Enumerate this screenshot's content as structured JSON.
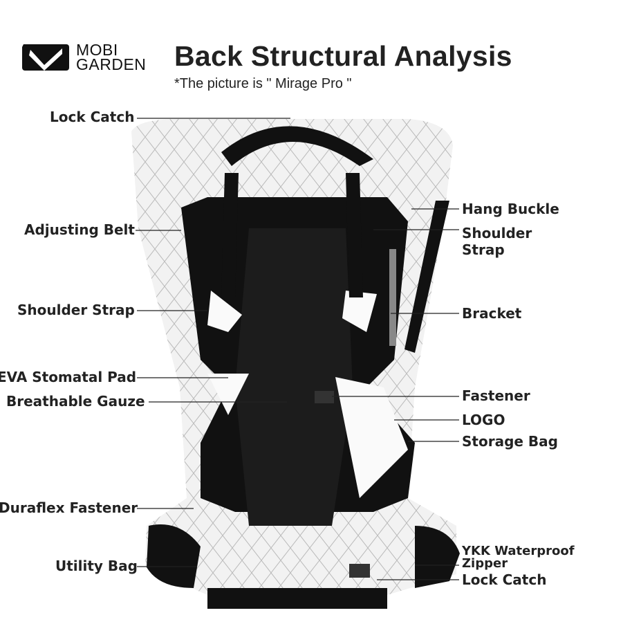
{
  "brand": {
    "line1": "MOBI",
    "line2": "GARDEN"
  },
  "title": "Back Structural Analysis",
  "subtitle": "*The picture is \" Mirage Pro \"",
  "labels_left": [
    "Lock Catch",
    "Adjusting Belt",
    "Shoulder Strap",
    "EVA Stomatal Pad",
    "Breathable Gauze",
    "Duraflex Fastener",
    "Utility Bag"
  ],
  "labels_right": [
    "Hang Buckle",
    "Shoulder Strap",
    "Bracket",
    "Fastener",
    "LOGO",
    "Storage Bag",
    "YKK Waterproof Zipper",
    "Lock Catch"
  ],
  "colors": {
    "text": "#222222",
    "bag_white": "#f2f2f2",
    "panel_black": "#111111"
  }
}
